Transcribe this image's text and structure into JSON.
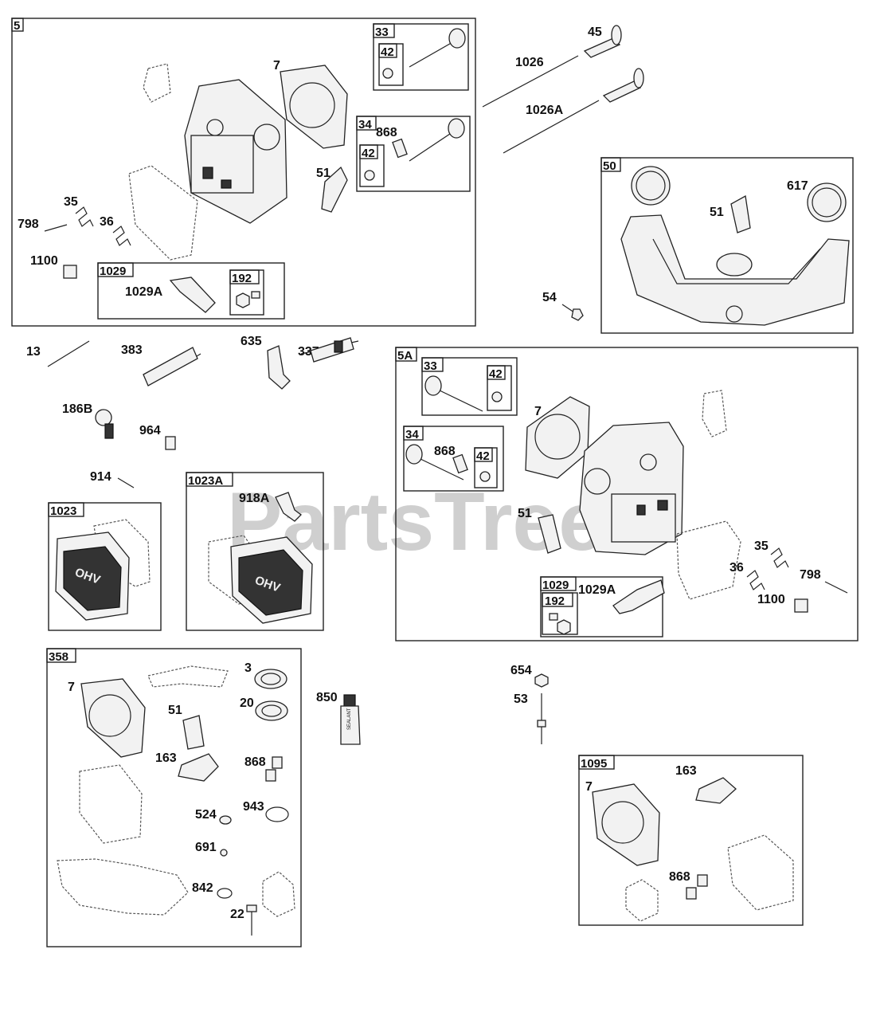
{
  "watermark": "PartsTree",
  "boxes": {
    "b5": "5",
    "b33a": "33",
    "b42a": "42",
    "b34a": "34",
    "b42b": "42",
    "b1029a": "1029",
    "b192a": "192",
    "b50": "50",
    "b5A": "5A",
    "b33b": "33",
    "b42c": "42",
    "b34b": "34",
    "b42d": "42",
    "b1029b": "1029",
    "b192b": "192",
    "b1023": "1023",
    "b1023A": "1023A",
    "b358": "358",
    "b1095": "1095"
  },
  "labels": {
    "l7a": "7",
    "l868a": "868",
    "l51a": "51",
    "l35a": "35",
    "l798a": "798",
    "l36a": "36",
    "l1100a": "1100",
    "l1029Aa": "1029A",
    "l45": "45",
    "l1026": "1026",
    "l1026A": "1026A",
    "l51b": "51",
    "l617": "617",
    "l54": "54",
    "l13": "13",
    "l383": "383",
    "l635": "635",
    "l337": "337",
    "l186B": "186B",
    "l964": "964",
    "l914": "914",
    "l918A": "918A",
    "l7b": "7",
    "l868b": "868",
    "l51c": "51",
    "l35b": "35",
    "l36b": "36",
    "l798b": "798",
    "l1100b": "1100",
    "l1029Ab": "1029A",
    "l3": "3",
    "l7c": "7",
    "l20": "20",
    "l51d": "51",
    "l163a": "163",
    "l868c": "868",
    "l524": "524",
    "l943": "943",
    "l691": "691",
    "l842": "842",
    "l22": "22",
    "l850": "850",
    "l654": "654",
    "l53": "53",
    "l163b": "163",
    "l7d": "7",
    "l868d": "868"
  },
  "cover_text": "OHV",
  "sealant_text": "SEALANT"
}
